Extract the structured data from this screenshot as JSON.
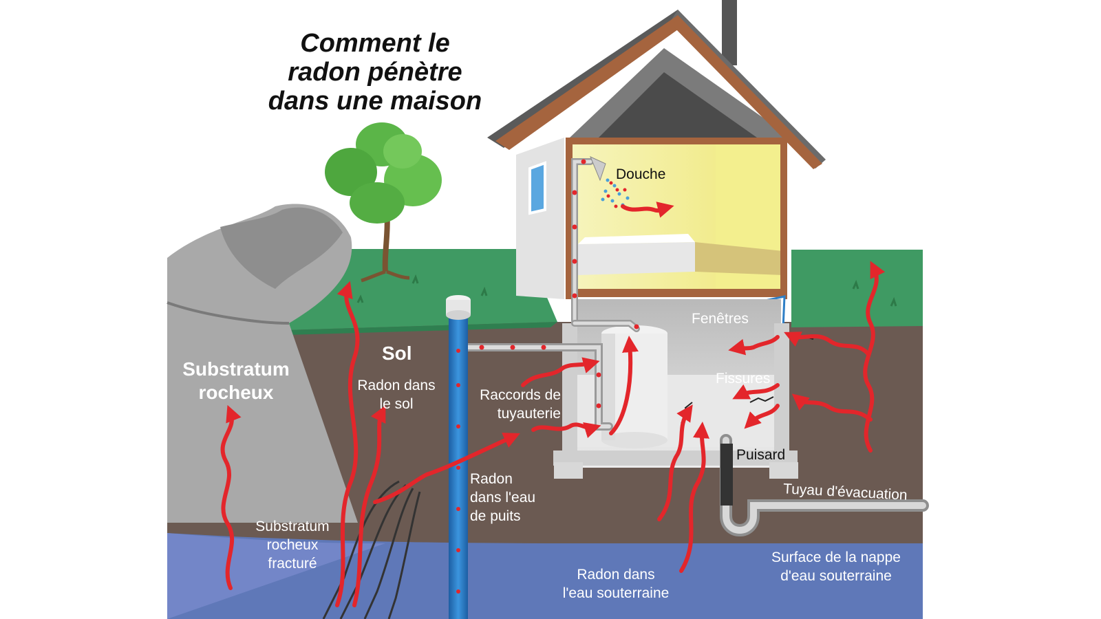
{
  "title": {
    "line1": "Comment le",
    "line2": "radon pénètre",
    "line3": "dans une maison"
  },
  "labels": {
    "douche": "Douche",
    "fenetres": "Fenêtres",
    "fissures": "Fissures",
    "puisard": "Puisard",
    "tuyau": "Tuyau d'évacuation",
    "sol": "Sol",
    "substratum": {
      "line1": "Substratum",
      "line2": "rocheux"
    },
    "radon_sol": {
      "line1": "Radon dans",
      "line2": "le sol"
    },
    "raccords": {
      "line1": "Raccords de",
      "line2": "tuyauterie"
    },
    "radon_puits": {
      "line1": "Radon",
      "line2": "dans l'eau",
      "line3": "de puits"
    },
    "substratum_fracture": {
      "line1": "Substratum",
      "line2": "rocheux",
      "line3": "fracturé"
    },
    "radon_eau": {
      "line1": "Radon dans",
      "line2": "l'eau souterraine"
    },
    "nappe": {
      "line1": "Surface de la nappe",
      "line2": "d'eau souterraine"
    }
  },
  "colors": {
    "soil": "#6b5a52",
    "grass": "#3f9a63",
    "rock": "#a9a9a9",
    "groundwater": "#5f78b8",
    "radon_arrow": "#e3262b",
    "well": "#2f7fc6",
    "roof": "#5a5a5a",
    "wood": "#a5643e",
    "room": "#f3ef8e"
  }
}
